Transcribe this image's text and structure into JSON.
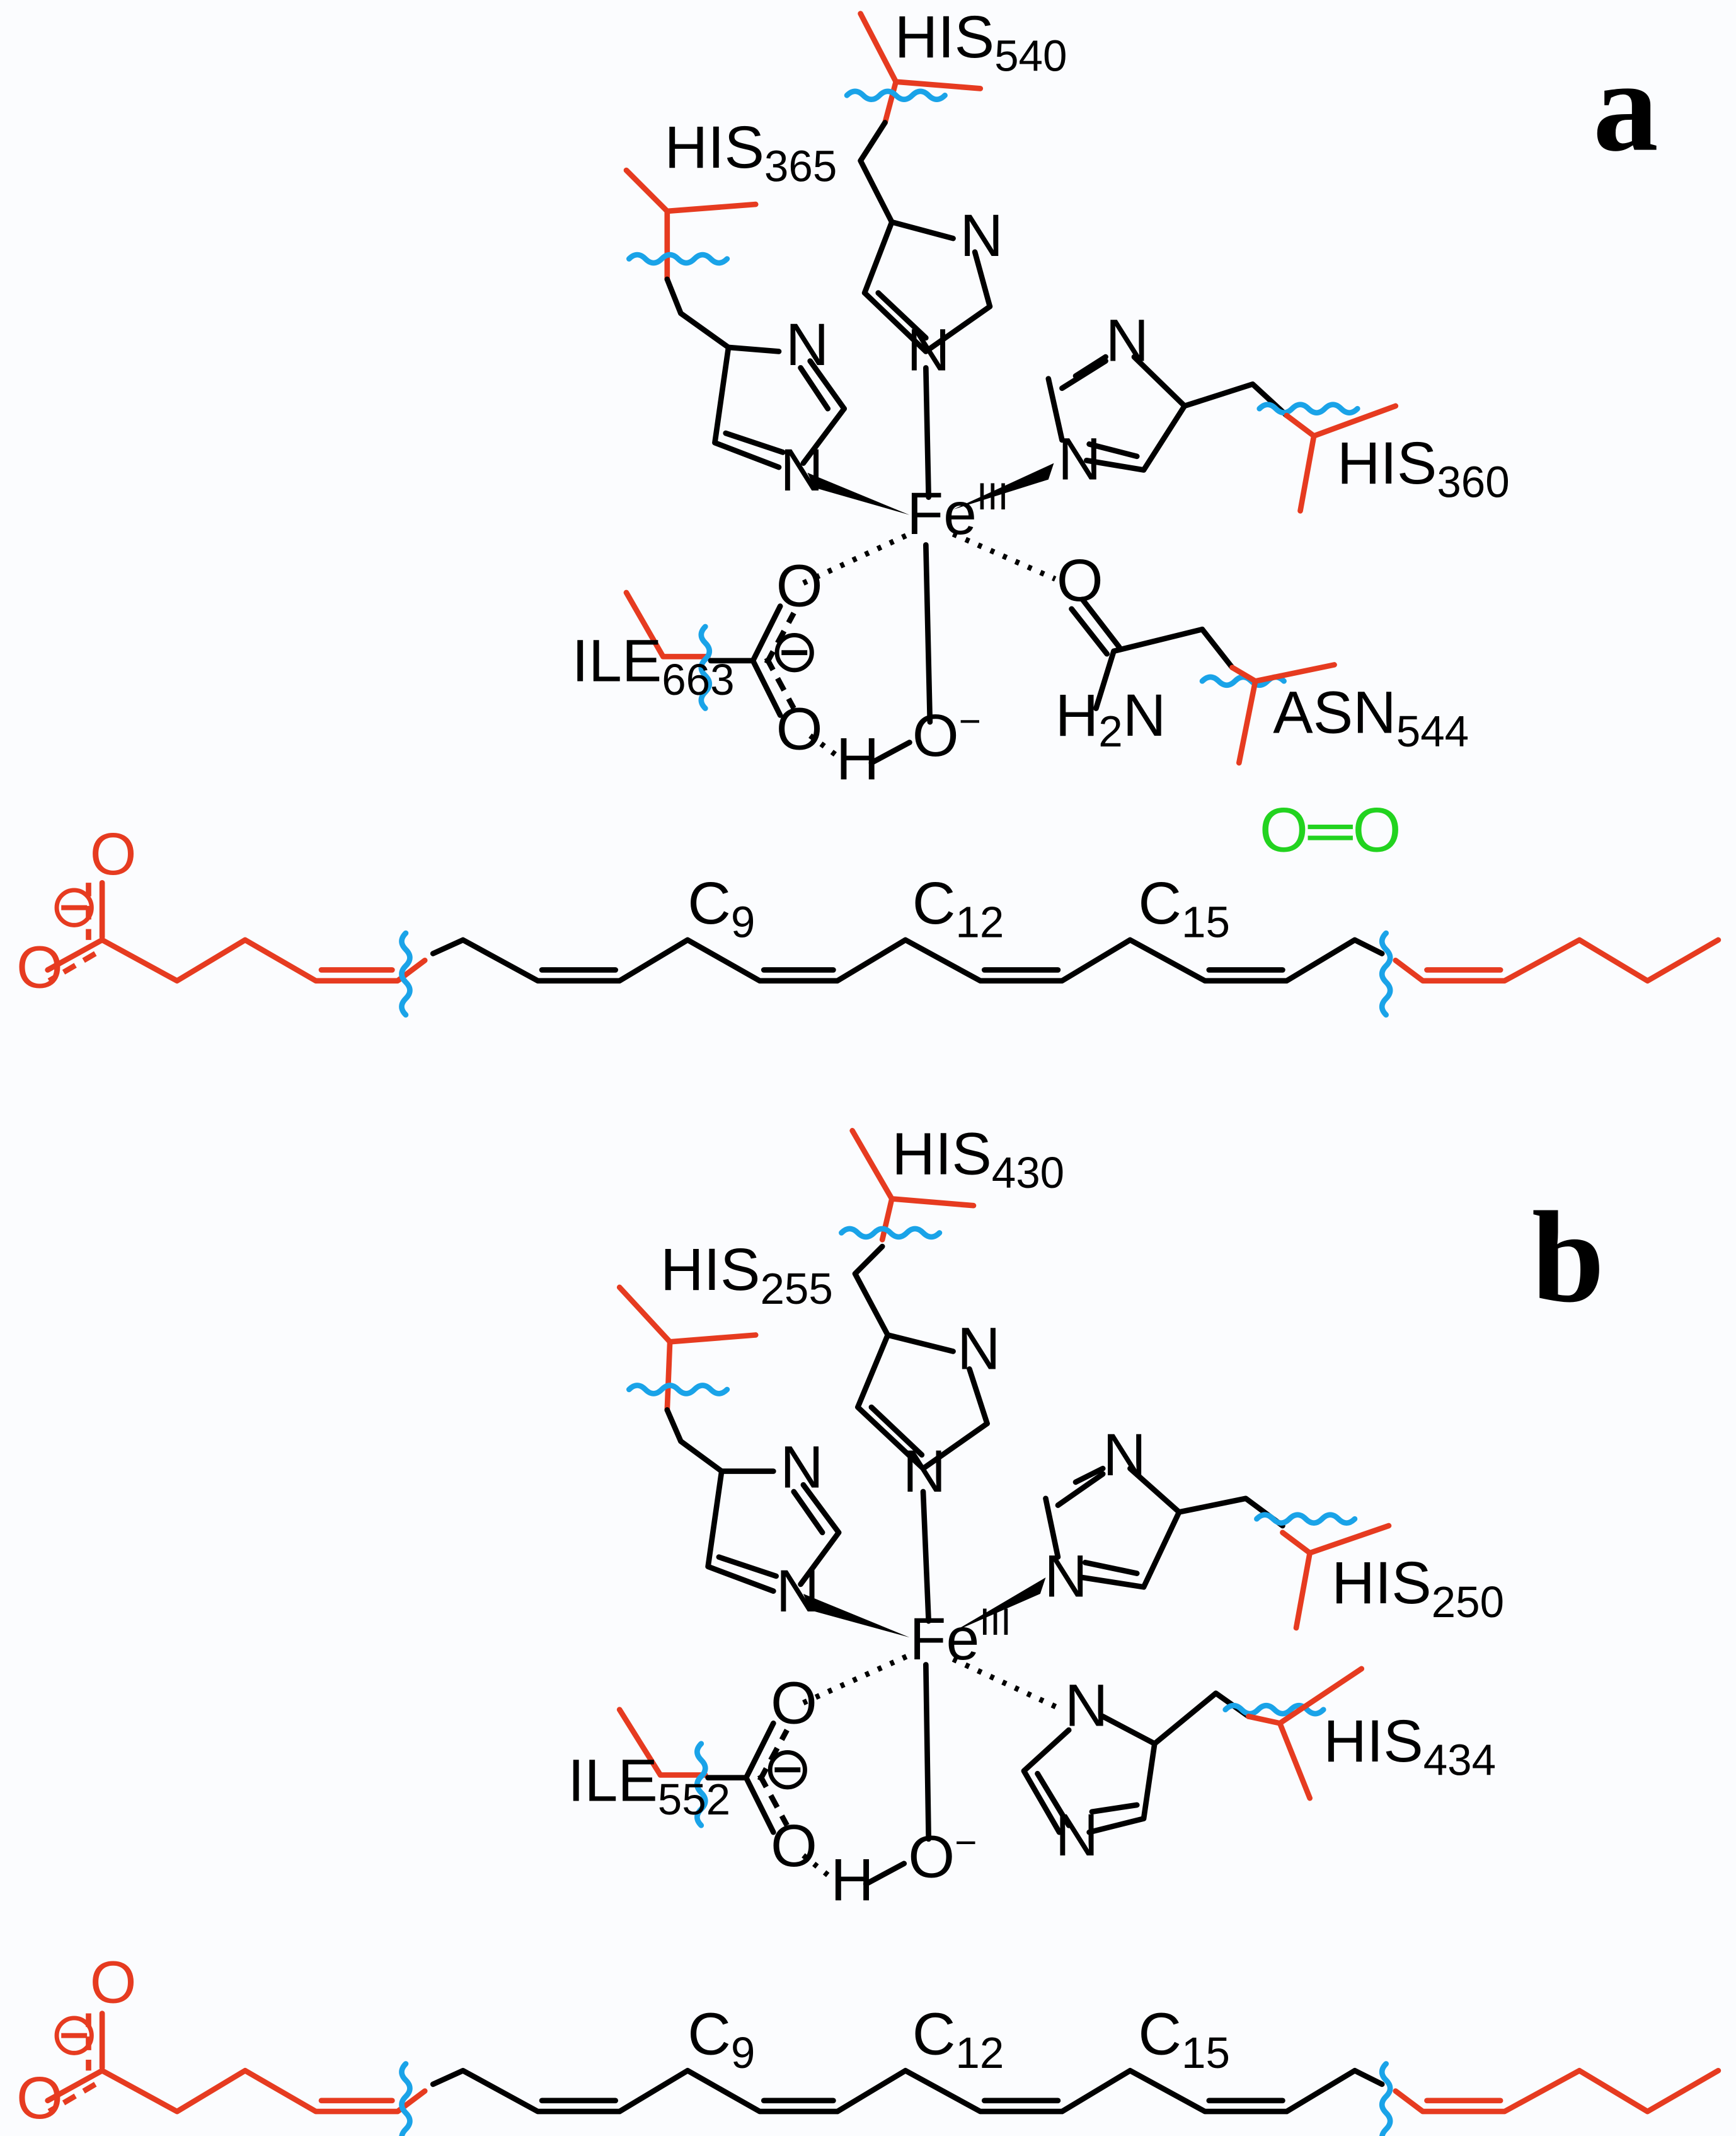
{
  "panels": [
    {
      "id": "a",
      "label": "a",
      "metal": "Fe",
      "metal_ox": "III",
      "residues": [
        {
          "name": "HIS",
          "num": "540"
        },
        {
          "name": "HIS",
          "num": "365"
        },
        {
          "name": "HIS",
          "num": "360"
        },
        {
          "name": "ILE",
          "num": "663"
        },
        {
          "name": "ASN",
          "num": "544"
        }
      ],
      "atoms": {
        "N": "N",
        "O": "O",
        "H": "H",
        "H2N_H": "H",
        "H2N_2": "2",
        "H2N_N": "N",
        "hydroxide_O": "O",
        "minus": "−",
        "charge": "⊖"
      },
      "extra": "O═O",
      "chain": {
        "c9": "C",
        "c9n": "9",
        "c12": "C",
        "c12n": "12",
        "c15": "C",
        "c15n": "15",
        "O": "O",
        "charge": "⊖"
      }
    },
    {
      "id": "b",
      "label": "b",
      "metal": "Fe",
      "metal_ox": "III",
      "residues": [
        {
          "name": "HIS",
          "num": "430"
        },
        {
          "name": "HIS",
          "num": "255"
        },
        {
          "name": "HIS",
          "num": "250"
        },
        {
          "name": "ILE",
          "num": "552"
        },
        {
          "name": "HIS",
          "num": "434"
        }
      ],
      "atoms": {
        "N": "N",
        "O": "O",
        "H": "H",
        "hydroxide_O": "O",
        "minus": "−",
        "charge": "⊖"
      },
      "chain": {
        "c9": "C",
        "c9n": "9",
        "c12": "C",
        "c12n": "12",
        "c15": "C",
        "c15n": "15",
        "O": "O",
        "charge": "⊖"
      }
    }
  ],
  "colors": {
    "native": "#000000",
    "truncated": "#e63b20",
    "cut": "#1aa3e8",
    "oxygen": "#22d31f",
    "background": "#fbfcfe"
  }
}
